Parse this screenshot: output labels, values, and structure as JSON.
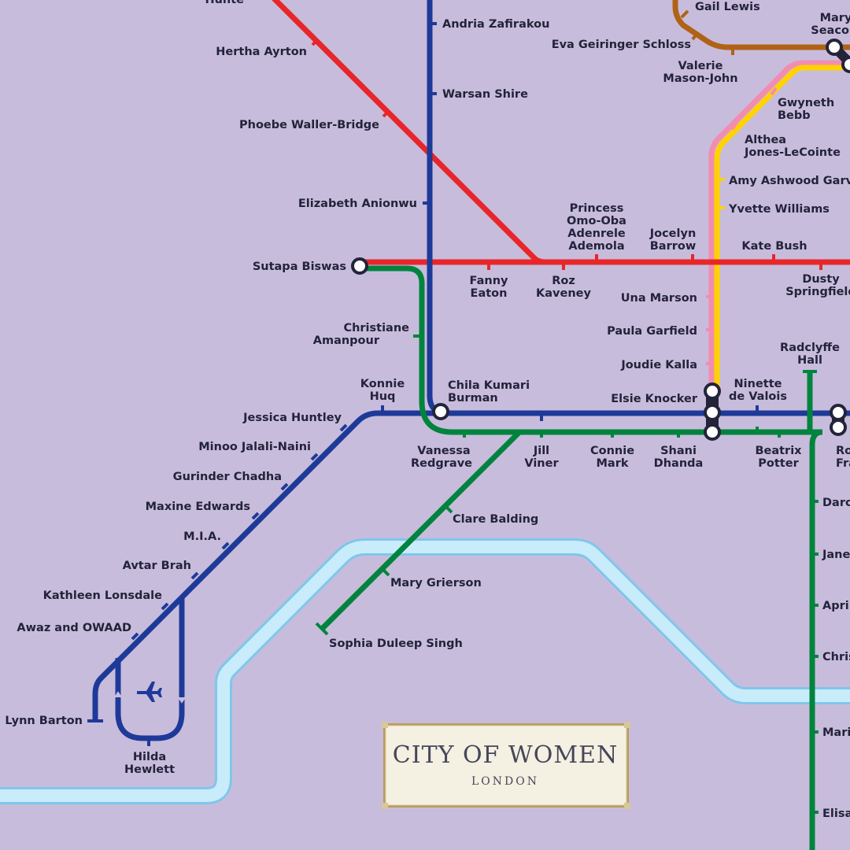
{
  "title": {
    "main": "CITY OF WOMEN",
    "sub": "LONDON"
  },
  "colors": {
    "background": "#c8bcdc",
    "red_line": "#e8262a",
    "blue_line": "#1e3a99",
    "green_line": "#00843d",
    "brown_line": "#b06215",
    "pink_line": "#f28db2",
    "yellow_line": "#ffd200",
    "river": "#c8ecfa"
  },
  "icons": {
    "airport": "airplane-icon",
    "interchange": "interchange-circle"
  },
  "stations": {
    "hunte": "Hunte",
    "hertha": "Hertha Ayrton",
    "phoebe": "Phoebe Waller-Bridge",
    "andria": "Andria Zafirakou",
    "warsan": "Warsan Shire",
    "anionwu": "Elizabeth Anionwu",
    "sutapa": "Sutapa Biswas",
    "fanny": [
      "Fanny",
      "Eaton"
    ],
    "roz": [
      "Roz",
      "Kaveney"
    ],
    "princess": [
      "Princess",
      "Omo-Oba",
      "Adenrele",
      "Ademola"
    ],
    "jocelyn": [
      "Jocelyn",
      "Barrow"
    ],
    "kate": "Kate Bush",
    "dusty": [
      "Dusty",
      "Springfield"
    ],
    "gail": "Gail Lewis",
    "eva": "Eva Geiringer Schloss",
    "valerie": [
      "Valerie",
      "Mason-John"
    ],
    "mary_seacole": [
      "Mary",
      "Seacole"
    ],
    "gwyneth": [
      "Gwyneth",
      "Bebb"
    ],
    "althea": [
      "Althea",
      "Jones-LeCointe"
    ],
    "amy": "Amy Ashwood Garvey",
    "yvette": "Yvette Williams",
    "una": "Una Marson",
    "paula": "Paula Garfield",
    "joudie": "Joudie Kalla",
    "radclyffe": [
      "Radclyffe",
      "Hall"
    ],
    "christiane": [
      "Christiane",
      "Amanpour"
    ],
    "konnie": [
      "Konnie",
      "Huq"
    ],
    "chila": [
      "Chila Kumari",
      "Burman"
    ],
    "elsie": "Elsie Knocker",
    "ninette": [
      "Ninette",
      "de Valois"
    ],
    "jessica": "Jessica Huntley",
    "minoo": "Minoo Jalali-Naini",
    "gurinder": "Gurinder Chadha",
    "maxine": "Maxine Edwards",
    "mia": "M.I.A.",
    "avtar": "Avtar Brah",
    "kathleen": "Kathleen Lonsdale",
    "awaz": "Awaz and OWAAD",
    "lynn": "Lynn Barton",
    "hilda": [
      "Hilda",
      "Hewlett"
    ],
    "vanessa": [
      "Vanessa",
      "Redgrave"
    ],
    "jill": [
      "Jill",
      "Viner"
    ],
    "connie": [
      "Connie",
      "Mark"
    ],
    "shani": [
      "Shani",
      "Dhanda"
    ],
    "beatrix": [
      "Beatrix",
      "Potter"
    ],
    "ro": [
      "Ro",
      "Fra"
    ],
    "clare": "Clare Balding",
    "grierson": "Mary Grierson",
    "sophia": "Sophia Duleep Singh",
    "darc": "Darc",
    "jane": "Jane",
    "april": "April",
    "chris": "Chris",
    "mari": "Mari",
    "elisa": "Elisa"
  }
}
